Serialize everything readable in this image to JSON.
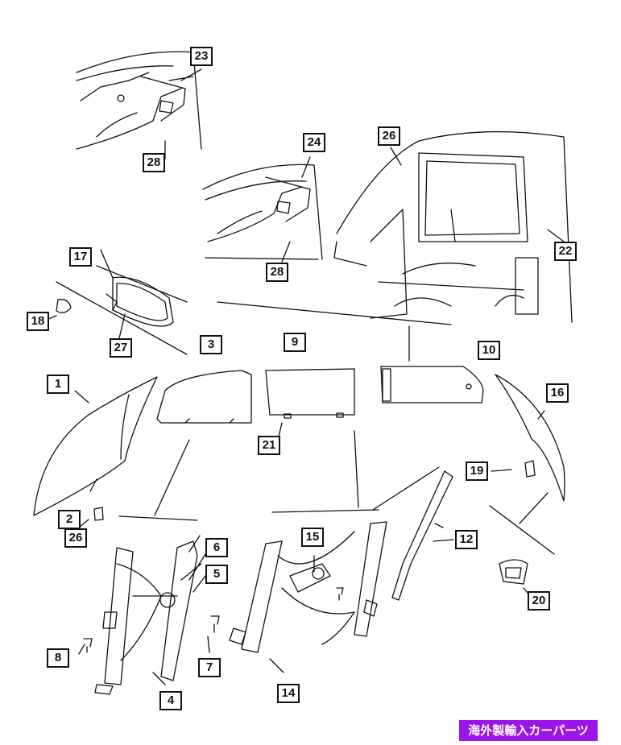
{
  "callouts": {
    "c1": "1",
    "c2": "2",
    "c3": "3",
    "c4": "4",
    "c5": "5",
    "c6": "6",
    "c7": "7",
    "c8": "8",
    "c9": "9",
    "c10": "10",
    "c12": "12",
    "c14": "14",
    "c15": "15",
    "c16": "16",
    "c17": "17",
    "c18": "18",
    "c19": "19",
    "c20": "20",
    "c21": "21",
    "c22": "22",
    "c23": "23",
    "c24": "24",
    "c26a": "26",
    "c26b": "26",
    "c27": "27",
    "c28a": "28",
    "c28b": "28"
  },
  "badge": {
    "text": "海外製輸入カーパーツ"
  },
  "colors": {
    "line": "#111111",
    "badge_bg": "#9b14e8"
  }
}
